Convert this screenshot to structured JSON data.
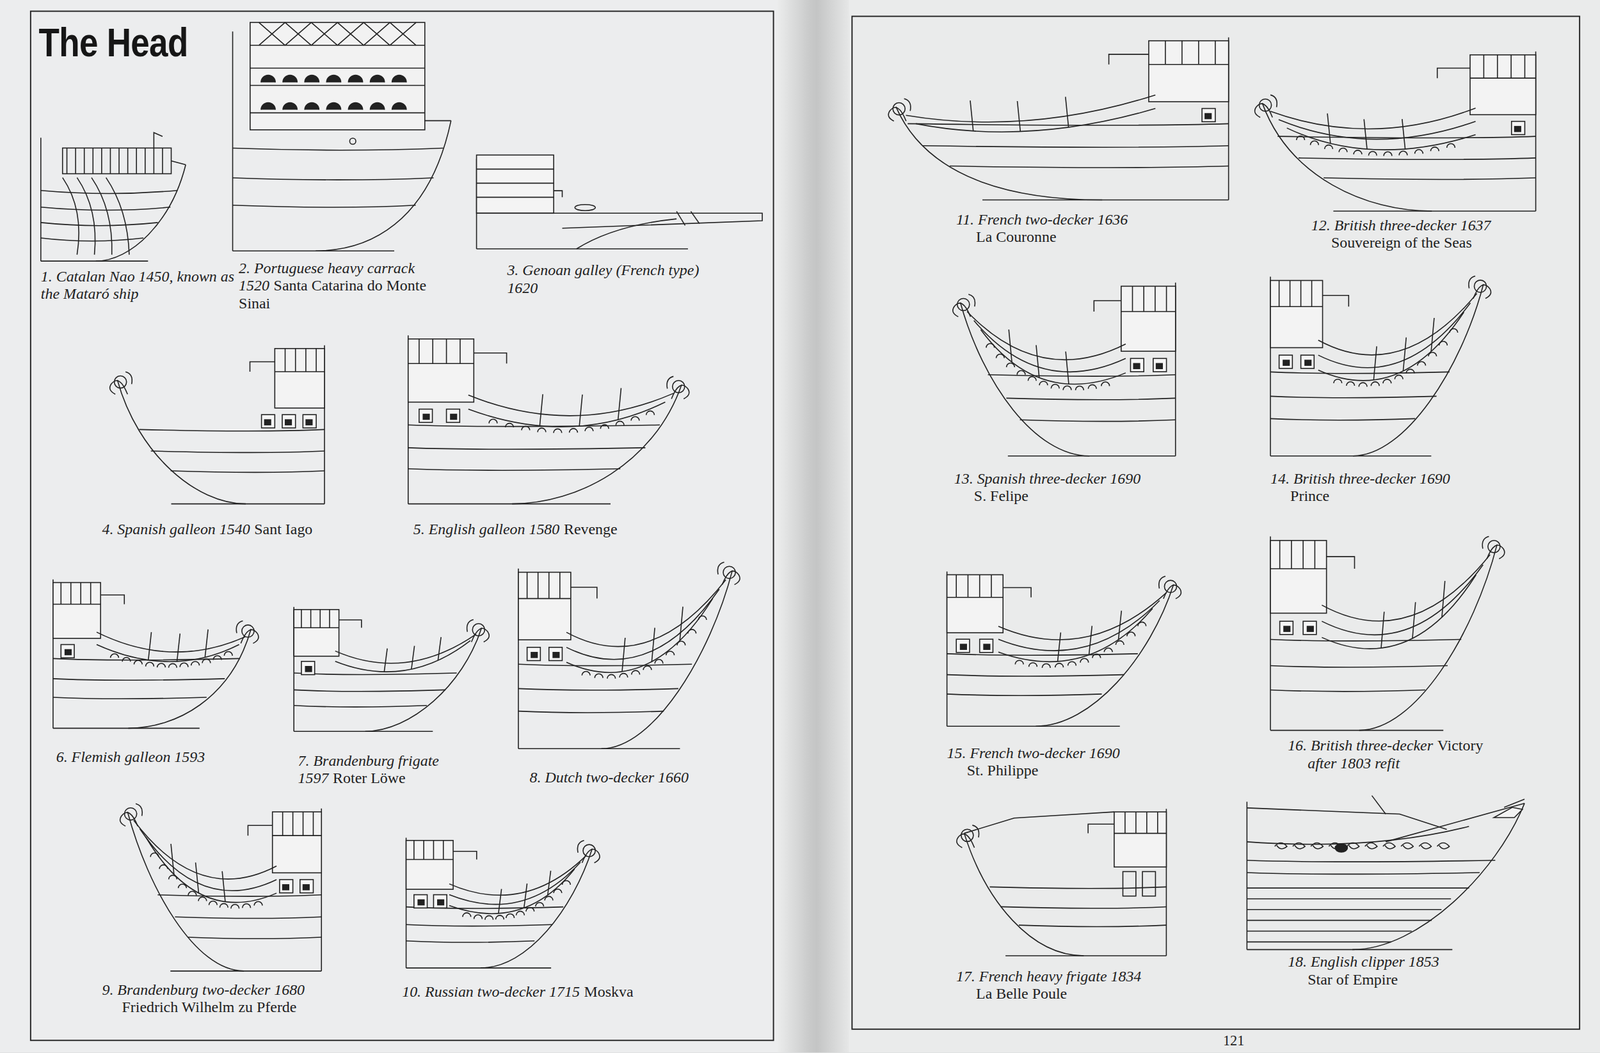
{
  "diagram": {
    "title": "The Head",
    "labels": [
      "1. Catalan Nao 1450, known as the Mataró ship",
      "2. Portuguese heavy carrack 1520",
      "Santa Catarina do Monte Sinai",
      "3. Genoan galley (French type) 1620",
      "4. Spanish galleon 1540",
      "Sant Iago",
      "5. English galleon 1580",
      "Revenge",
      "6. Flemish galleon 1593",
      "7. Brandenburg frigate 1597",
      "Roter Löwe",
      "8. Dutch two-decker 1660",
      "9. Brandenburg two-decker 1680",
      "Friedrich Wilhelm zu Pferde",
      "10. Russian two-decker 1715",
      "Moskva",
      "11. French two-decker 1636",
      "La Couronne",
      "12. British three-decker 1637",
      "Souvereign of the Seas",
      "13. Spanish three-decker 1690",
      "S. Felipe",
      "14. British three-decker 1690",
      "Prince",
      "15. French two-decker 1690",
      "St. Philippe",
      "16. British three-decker",
      "Victory",
      "after 1803 refit",
      "17. French heavy frigate 1834",
      "La Belle Poule",
      "18. English clipper 1853",
      "Star of Empire",
      "121"
    ]
  }
}
